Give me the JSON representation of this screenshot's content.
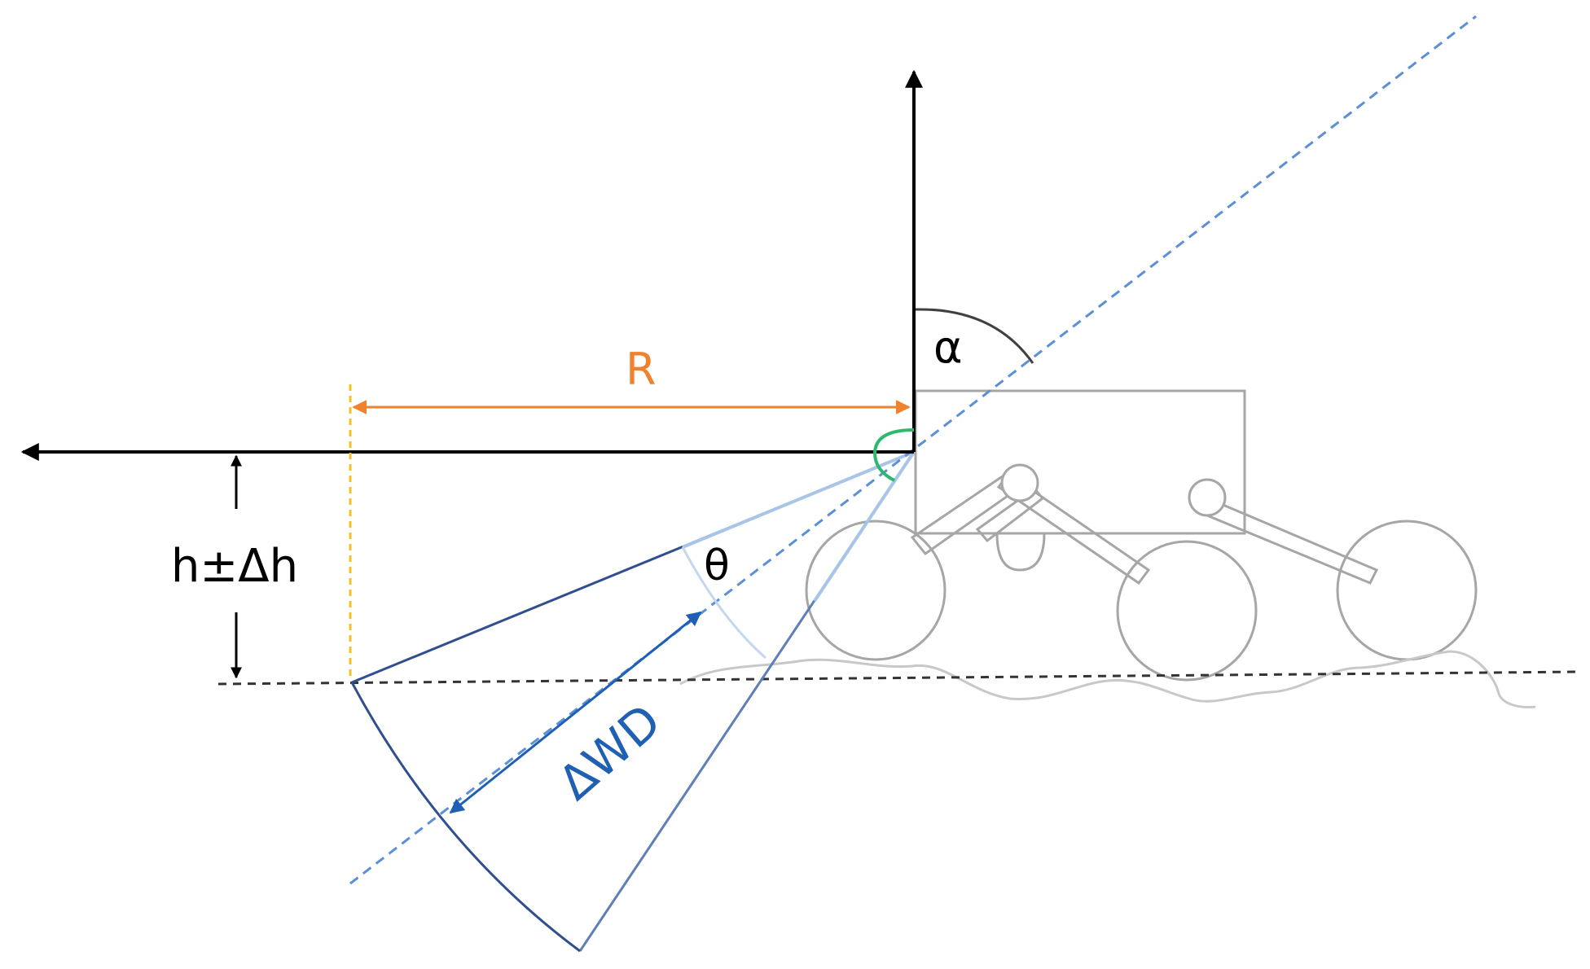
{
  "labels": {
    "alpha": "α",
    "R": "R",
    "height": "h±Δh",
    "theta": "θ",
    "delta_wd": "ΔWD"
  },
  "colors": {
    "axis": "#000000",
    "range_arrow": "#F0822D",
    "range_guide": "#F5C026",
    "beam": "#2F4F8F",
    "beam_light": "#A8C4E6",
    "optical_axis": "#5B8FD6",
    "wd_arrow": "#1F5FB4",
    "green_arc": "#2DB870",
    "rover": "#A6A6A6",
    "ground": "#333333",
    "terrain": "#C8C8C8"
  }
}
